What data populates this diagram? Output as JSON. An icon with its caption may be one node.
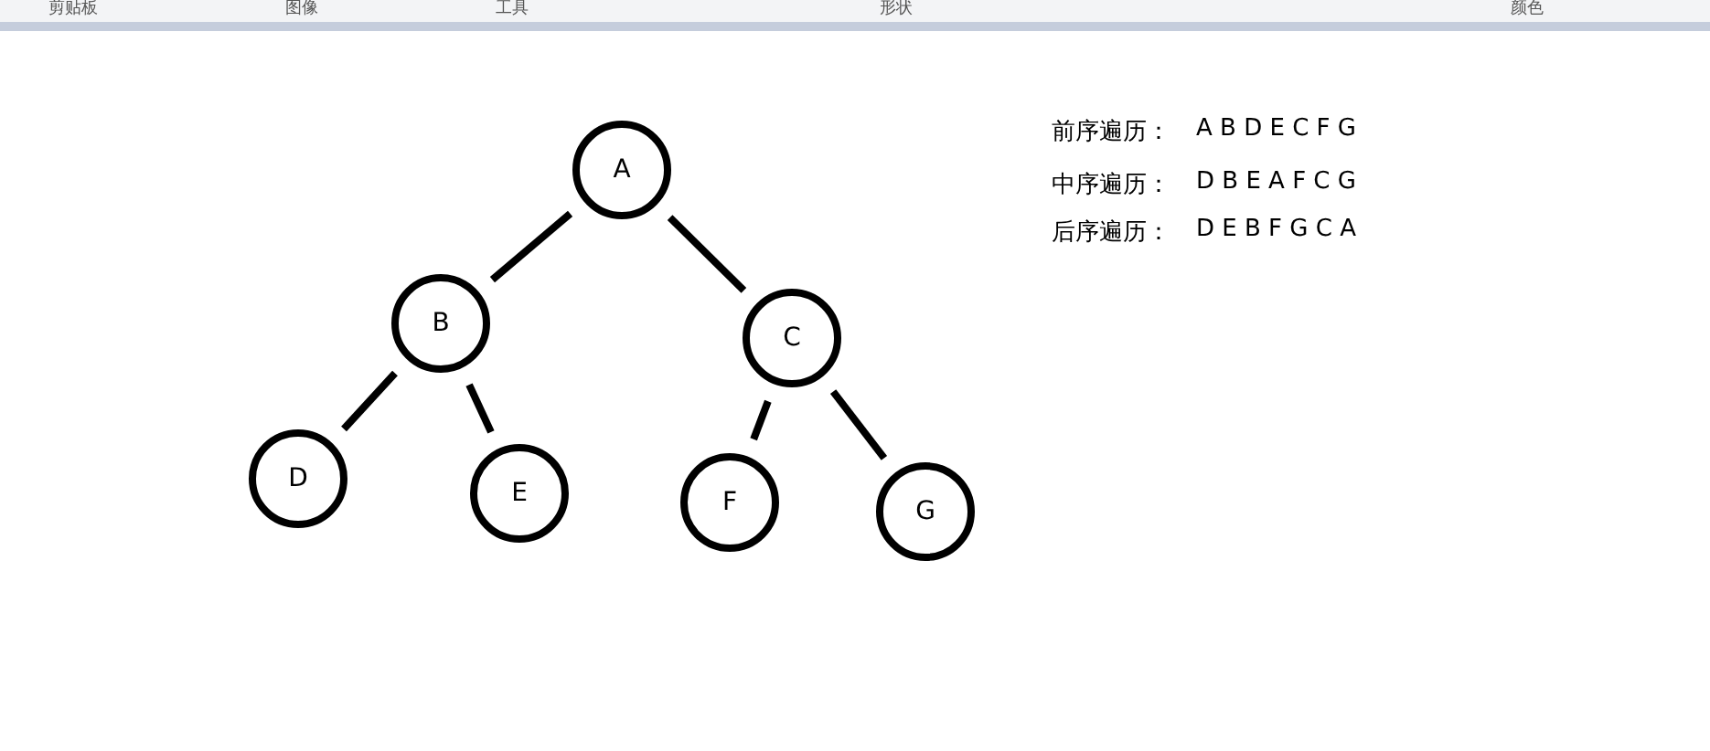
{
  "diagram": {
    "nodes": [
      {
        "text": [
          "A"
        ]
      },
      {
        "text": [
          "B"
        ]
      },
      {
        "text": [
          "C"
        ]
      },
      {
        "text": [
          "D"
        ]
      },
      {
        "text": [
          "E"
        ]
      },
      {
        "text": [
          "F"
        ]
      },
      {
        "text": [
          "G"
        ]
      }
    ],
    "edges": [
      {
        "from": 0,
        "to": 1,
        "arrow": "none"
      },
      {
        "from": 0,
        "to": 2,
        "arrow": "none"
      },
      {
        "from": 1,
        "to": 3,
        "arrow": "none"
      },
      {
        "from": 1,
        "to": 4,
        "arrow": "none"
      },
      {
        "from": 2,
        "to": 5,
        "arrow": "none"
      },
      {
        "from": 2,
        "to": 6,
        "arrow": "none"
      }
    ],
    "labels": [
      "剪贴板",
      "图像",
      "工具",
      "形状",
      "颜色",
      "前序遍历：",
      "A B D E C F G",
      "中序遍历：",
      "D B E A F C G",
      "后序遍历：",
      "D E B F G C A"
    ]
  }
}
